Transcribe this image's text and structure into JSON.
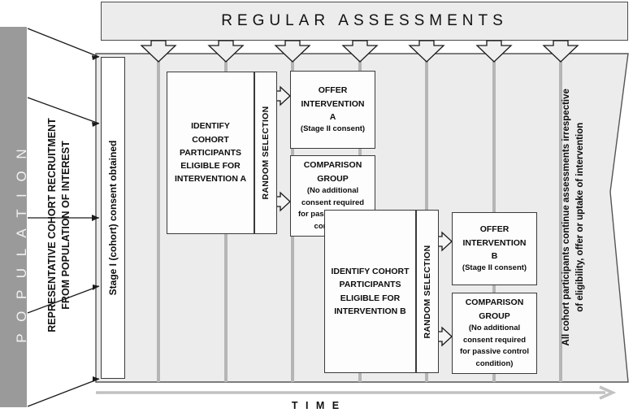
{
  "header": {
    "title": "REGULAR   ASSESSMENTS",
    "arrow_count": 7
  },
  "population": {
    "label": "P O P U L A T I O N",
    "color": "#9a9a9a"
  },
  "recruitment": {
    "line1": "REPRESENTATIVE COHORT RECRUITMENT",
    "line2": "FROM POPULATION OF INTEREST"
  },
  "stage1": {
    "label": "Stage I (cohort) consent obtained"
  },
  "arm_a": {
    "identify": {
      "lines": [
        "IDENTIFY",
        "COHORT",
        "PARTICIPANTS",
        "ELIGIBLE FOR",
        "INTERVENTION A"
      ]
    },
    "random_selection": {
      "label": "RANDOM SELECTION"
    },
    "offer": {
      "lines": [
        "OFFER",
        "INTERVENTION",
        "A"
      ],
      "note": "(Stage II consent)"
    },
    "comparison": {
      "lines": [
        "COMPARISON",
        "GROUP"
      ],
      "note_lines": [
        "(No additional",
        "consent required",
        "for passive control",
        "condition)"
      ]
    }
  },
  "arm_b": {
    "identify": {
      "lines": [
        "IDENTIFY COHORT",
        "PARTICIPANTS",
        "ELIGIBLE FOR",
        "INTERVENTION B"
      ]
    },
    "random_selection": {
      "label": "RANDOM SELECTION"
    },
    "offer": {
      "lines": [
        "OFFER",
        "INTERVENTION",
        "B"
      ],
      "note": "(Stage II consent)"
    },
    "comparison": {
      "lines": [
        "COMPARISON",
        "GROUP"
      ],
      "note_lines": [
        "(No additional",
        "consent required",
        "for passive control",
        "condition)"
      ]
    }
  },
  "right_column": {
    "line1": "All cohort participants continue assessments irrespective",
    "line2": "of eligibility, offer or uptake of intervention"
  },
  "timeline": {
    "label": "T I M E"
  },
  "colors": {
    "panel_fill": "#ececec",
    "box_fill": "#fdfdfd",
    "stroke": "#3a3a3a",
    "guide": "#b5b5b5",
    "population": "#9a9a9a",
    "time_arrow": "#c2c2c2"
  }
}
